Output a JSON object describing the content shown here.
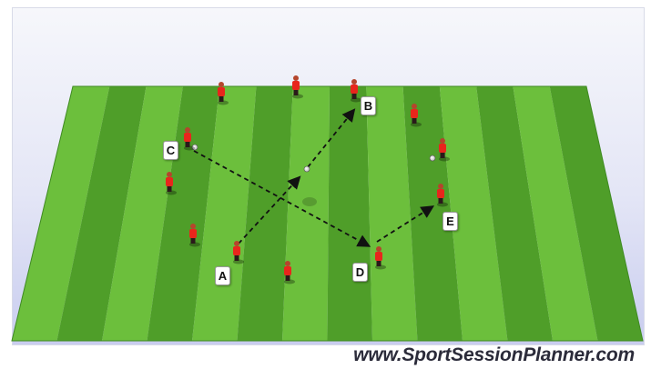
{
  "diagram": {
    "colors": {
      "grass_light": "#6cbf3c",
      "grass_dark": "#4f9e29",
      "player_shirt": "#e8261c",
      "arrow": "#111111"
    },
    "labels": {
      "A": "A",
      "B": "B",
      "C": "C",
      "D": "D",
      "E": "E"
    },
    "watermark": "www.SportSessionPlanner.com"
  }
}
